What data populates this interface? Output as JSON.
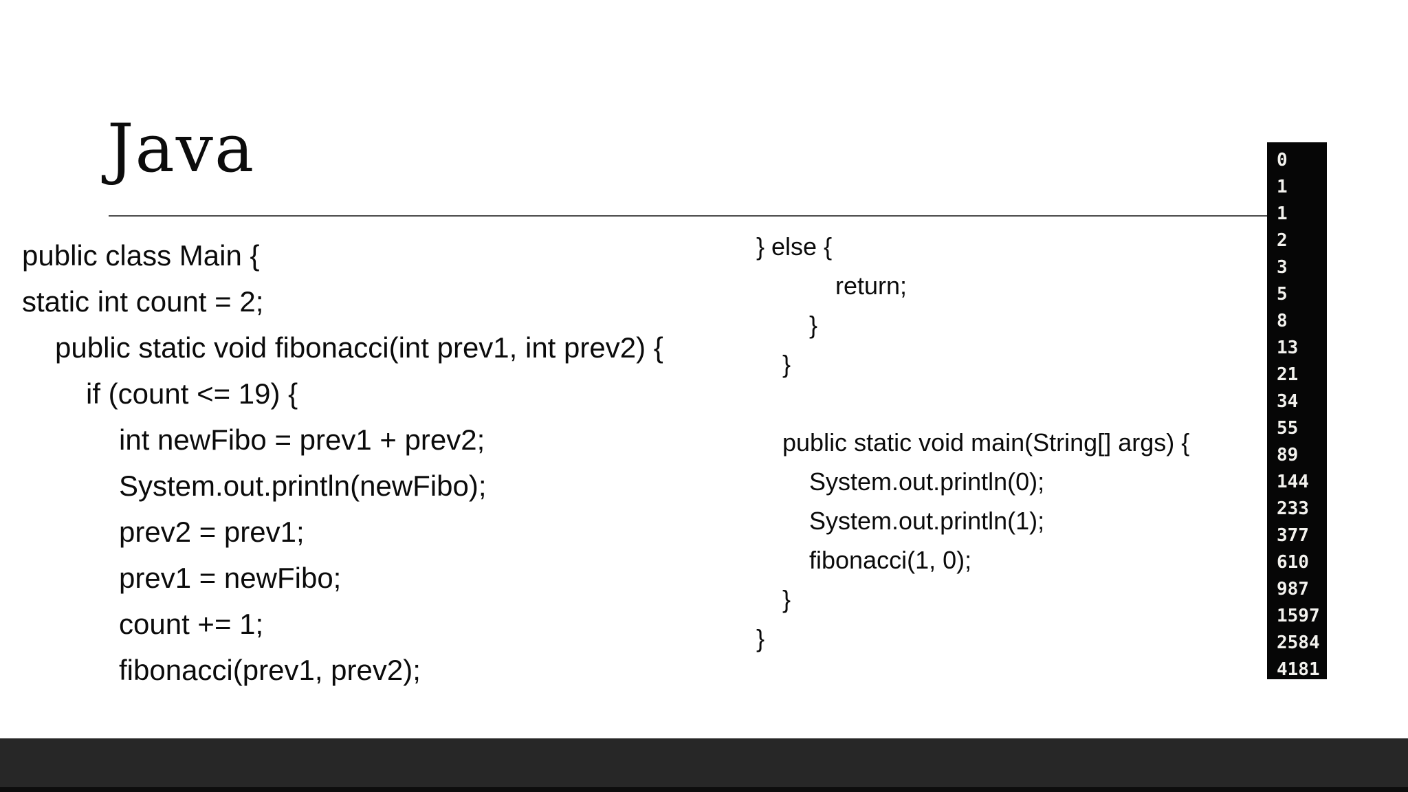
{
  "slide": {
    "title": "Java",
    "background": "#ffffff",
    "code_color": "#0b0b0b",
    "rule_color": "#4a4a4a"
  },
  "code_left": {
    "lines": [
      {
        "text": "public class Main {",
        "indent": 0
      },
      {
        "text": "static int count = 2;",
        "indent": 0
      },
      {
        "text": "public static void fibonacci(int prev1, int prev2) {",
        "indent": 1
      },
      {
        "text": "if (count <= 19) {",
        "indent": 2
      },
      {
        "text": "int newFibo = prev1 + prev2;",
        "indent": 3
      },
      {
        "text": "System.out.println(newFibo);",
        "indent": 3
      },
      {
        "text": "prev2 = prev1;",
        "indent": 3
      },
      {
        "text": "prev1 = newFibo;",
        "indent": 3
      },
      {
        "text": "count += 1;",
        "indent": 3
      },
      {
        "text": "fibonacci(prev1, prev2);",
        "indent": 3
      }
    ]
  },
  "code_right": {
    "lines": [
      {
        "text": "} else {",
        "indent": 0
      },
      {
        "text": "return;",
        "indent": 3
      },
      {
        "text": "}",
        "indent": 2
      },
      {
        "text": "}",
        "indent": 1
      },
      {
        "text": "",
        "indent": 0
      },
      {
        "text": "public static void main(String[] args) {",
        "indent": 1
      },
      {
        "text": "System.out.println(0);",
        "indent": 2
      },
      {
        "text": "System.out.println(1);",
        "indent": 2
      },
      {
        "text": "fibonacci(1, 0);",
        "indent": 2
      },
      {
        "text": "}",
        "indent": 1
      },
      {
        "text": "}",
        "indent": 0
      }
    ]
  },
  "console": {
    "background": "#060606",
    "text_color": "#f3f2ee",
    "values": [
      "0",
      "1",
      "1",
      "2",
      "3",
      "5",
      "8",
      "13",
      "21",
      "34",
      "55",
      "89",
      "144",
      "233",
      "377",
      "610",
      "987",
      "1597",
      "2584",
      "4181"
    ]
  }
}
